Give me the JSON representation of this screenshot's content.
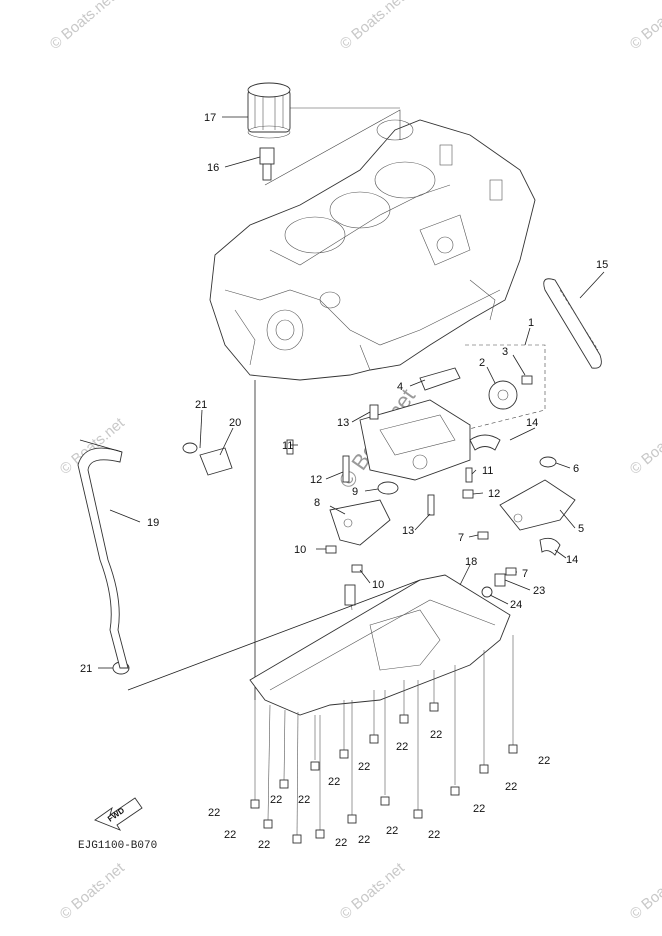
{
  "watermarks": {
    "small": "© Boats.net",
    "center": "© Boats.net"
  },
  "diagram_code": "EJG1100-B070",
  "fwd_label": "FWD",
  "callouts": [
    {
      "id": "c17",
      "text": "17"
    },
    {
      "id": "c16",
      "text": "16"
    },
    {
      "id": "c15",
      "text": "15"
    },
    {
      "id": "c1",
      "text": "1"
    },
    {
      "id": "c3",
      "text": "3"
    },
    {
      "id": "c2",
      "text": "2"
    },
    {
      "id": "c4",
      "text": "4"
    },
    {
      "id": "c21a",
      "text": "21"
    },
    {
      "id": "c20",
      "text": "20"
    },
    {
      "id": "c13a",
      "text": "13"
    },
    {
      "id": "c11a",
      "text": "11"
    },
    {
      "id": "c12a",
      "text": "12"
    },
    {
      "id": "c9",
      "text": "9"
    },
    {
      "id": "c11b",
      "text": "11"
    },
    {
      "id": "c12b",
      "text": "12"
    },
    {
      "id": "c14a",
      "text": "14"
    },
    {
      "id": "c6",
      "text": "6"
    },
    {
      "id": "c19",
      "text": "19"
    },
    {
      "id": "c8",
      "text": "8"
    },
    {
      "id": "c13b",
      "text": "13"
    },
    {
      "id": "c7a",
      "text": "7"
    },
    {
      "id": "c5",
      "text": "5"
    },
    {
      "id": "c10a",
      "text": "10"
    },
    {
      "id": "c14b",
      "text": "14"
    },
    {
      "id": "c18",
      "text": "18"
    },
    {
      "id": "c7b",
      "text": "7"
    },
    {
      "id": "c10b",
      "text": "10"
    },
    {
      "id": "c23",
      "text": "23"
    },
    {
      "id": "c24",
      "text": "24"
    },
    {
      "id": "c21b",
      "text": "21"
    },
    {
      "id": "c22a",
      "text": "22"
    },
    {
      "id": "c22b",
      "text": "22"
    },
    {
      "id": "c22c",
      "text": "22"
    },
    {
      "id": "c22d",
      "text": "22"
    },
    {
      "id": "c22e",
      "text": "22"
    },
    {
      "id": "c22f",
      "text": "22"
    },
    {
      "id": "c22g",
      "text": "22"
    },
    {
      "id": "c22h",
      "text": "22"
    },
    {
      "id": "c22i",
      "text": "22"
    },
    {
      "id": "c22j",
      "text": "22"
    },
    {
      "id": "c22k",
      "text": "22"
    },
    {
      "id": "c22l",
      "text": "22"
    },
    {
      "id": "c22m",
      "text": "22"
    },
    {
      "id": "c22n",
      "text": "22"
    },
    {
      "id": "c22o",
      "text": "22"
    },
    {
      "id": "c22p",
      "text": "22"
    },
    {
      "id": "c22q",
      "text": "22"
    },
    {
      "id": "c22r",
      "text": "22"
    }
  ]
}
